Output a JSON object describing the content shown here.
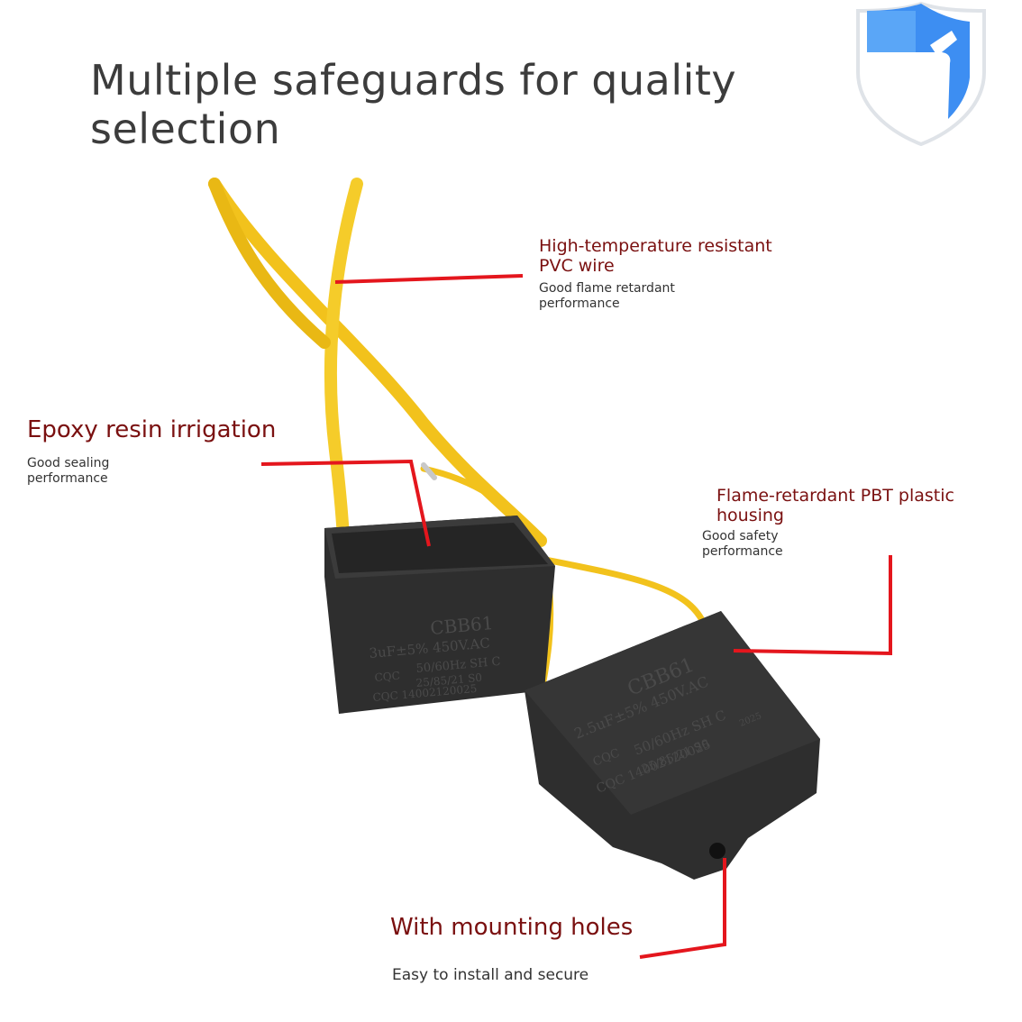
{
  "title": "Multiple safeguards for quality selection",
  "colors": {
    "title": "#3c3c3c",
    "callout_heading": "#7a1010",
    "callout_line": "#e4161d",
    "wire": "#f2c21c",
    "capacitor_body": "#2e2e2e",
    "shield_blue": "#3d8ef2",
    "shield_outline": "#dfe3e8"
  },
  "icons": {
    "badge": "shield-check-icon"
  },
  "callouts": {
    "wire": {
      "heading": "High-temperature resistant PVC wire",
      "sub": "Good flame retardant performance"
    },
    "epoxy": {
      "heading": "Epoxy resin irrigation",
      "sub": "Good sealing performance"
    },
    "housing": {
      "heading": "Flame-retardant PBT plastic housing",
      "sub": "Good safety performance"
    },
    "mounting": {
      "heading": "With mounting holes",
      "sub": "Easy to install and secure"
    }
  },
  "capacitor_left": {
    "model": "CBB61",
    "rating": "3uF±5% 450V.AC",
    "freq": "50/60Hz SH C",
    "cert": "CQC",
    "spec": "25/85/21 S0",
    "code": "CQC 14002120025"
  },
  "capacitor_right": {
    "model": "CBB61",
    "rating": "2.5uF±5% 450V.AC",
    "freq": "50/60Hz SH C",
    "cert": "CQC",
    "spec": "25/85/21 S0",
    "code": "CQC 14002120025",
    "year": "2025"
  }
}
